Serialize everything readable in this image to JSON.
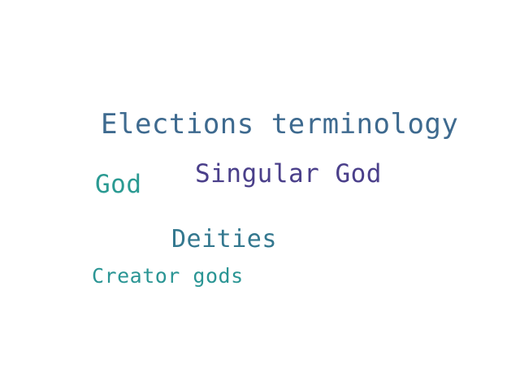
{
  "words": [
    {
      "text": "Elections terminology",
      "color": "#3e6a8f"
    },
    {
      "text": "Singular God",
      "color": "#4a3f8a"
    },
    {
      "text": "God",
      "color": "#2a9a92"
    },
    {
      "text": "Deities",
      "color": "#34788f"
    },
    {
      "text": "Creator gods",
      "color": "#2a9594"
    }
  ]
}
